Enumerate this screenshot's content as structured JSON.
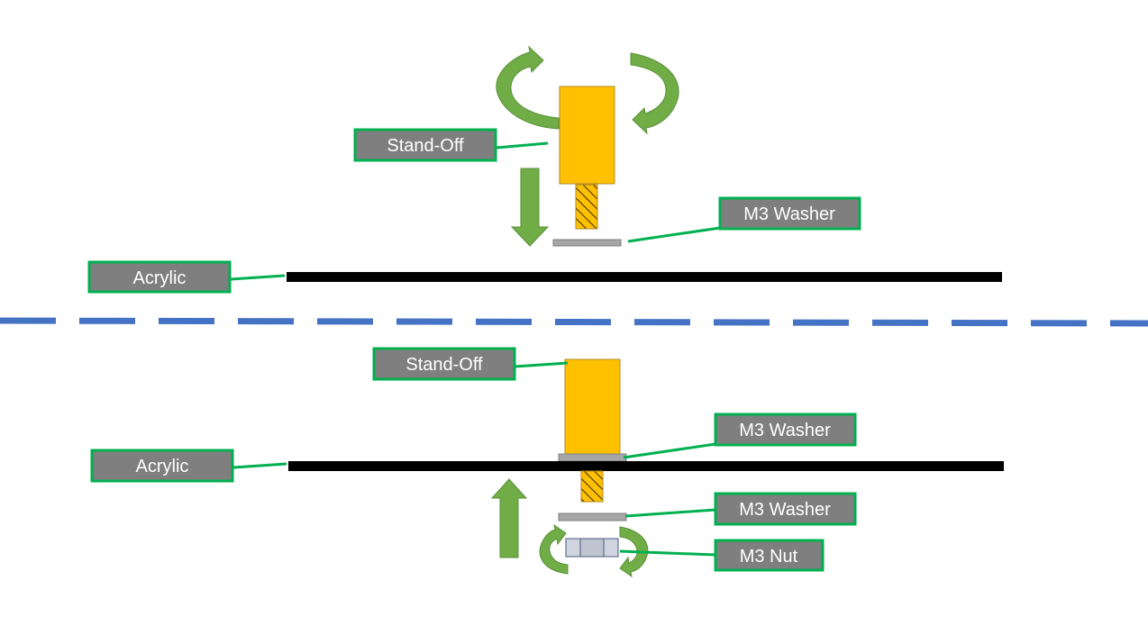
{
  "colors": {
    "standoff": "#ffc000",
    "label_fill": "#7f7f7f",
    "label_border": "#00b050",
    "arrow": "#70ad47",
    "acrylic": "#000000",
    "washer": "#a6a6a6",
    "divider": "#4472c4"
  },
  "top_assembly": {
    "standoff_label": "Stand-Off",
    "washer_label": "M3 Washer",
    "acrylic_label": "Acrylic"
  },
  "bottom_assembly": {
    "standoff_label": "Stand-Off",
    "washer_top_label": "M3 Washer",
    "acrylic_label": "Acrylic",
    "washer_bottom_label": "M3 Washer",
    "nut_label": "M3 Nut"
  }
}
